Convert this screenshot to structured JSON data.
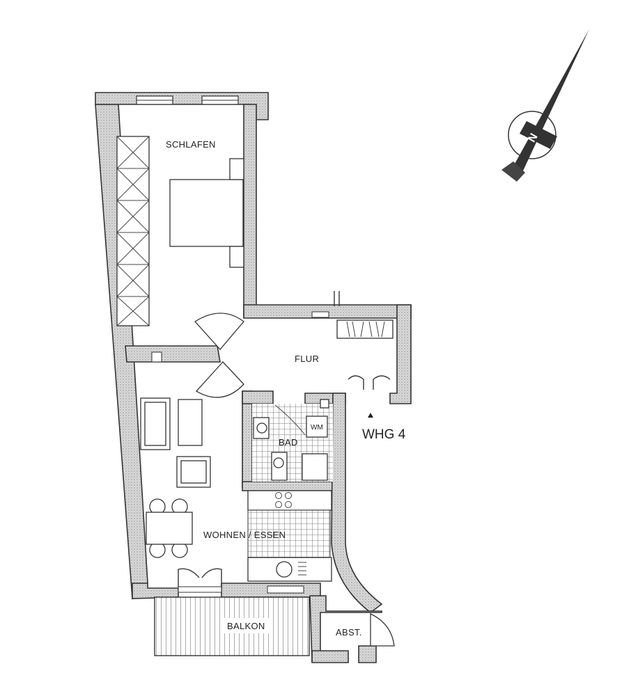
{
  "rooms": {
    "schlafen": "SCHLAFEN",
    "flur": "FLUR",
    "bad": "BAD",
    "wm": "WM",
    "wohnen": "WOHNEN / ESSEN",
    "balkon": "BALKON",
    "abst": "ABST."
  },
  "unit_label": "WHG 4",
  "compass": {
    "letter": "N"
  }
}
